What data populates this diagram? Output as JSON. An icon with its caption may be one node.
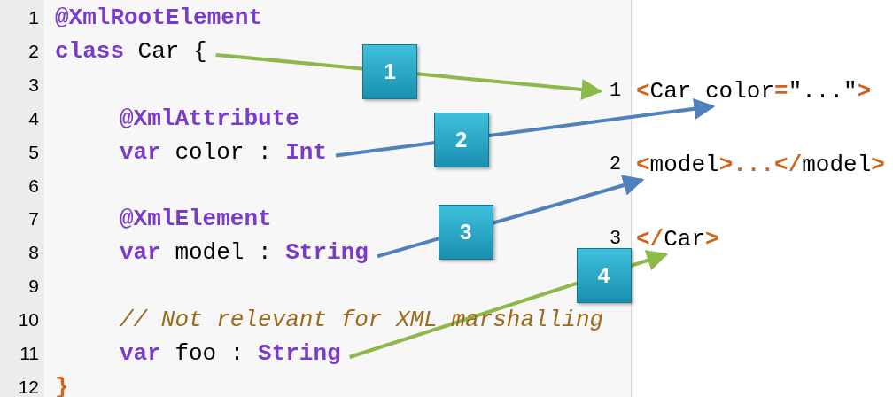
{
  "diagram": {
    "nodes": [
      {
        "text": [
          "**class** Car {"
        ]
      },
      {
        "text": [
          "**var** color : **Int**"
        ]
      },
      {
        "text": [
          "**var** model : **String**"
        ]
      },
      {
        "text": [
          "**var** foo : **String**"
        ]
      },
      {
        "text": [
          "**<**Car color**=**\"...\"**>**"
        ]
      },
      {
        "text": [
          "**<**model**>...</**model**>**"
        ]
      },
      {
        "text": [
          "**</**Car**>**"
        ]
      }
    ],
    "edges": [
      {
        "from": 0,
        "to": 4,
        "arrow": "to",
        "label": "1",
        "color": "#8db84a"
      },
      {
        "from": 1,
        "to": 4,
        "arrow": "to",
        "label": "2",
        "color": "#4f81bd"
      },
      {
        "from": 2,
        "to": 5,
        "arrow": "to",
        "label": "3",
        "color": "#4f81bd"
      },
      {
        "from": 3,
        "to": 6,
        "arrow": "to",
        "label": "4",
        "color": "#8db84a"
      }
    ],
    "labels": [
      "1",
      "@XmlRootElement",
      "2",
      "3",
      "4",
      "@XmlAttribute",
      "5",
      "6",
      "7",
      "@XmlElement",
      "8",
      "9",
      "10",
      "// Not relevant for XML marshalling",
      "11",
      "12",
      "}",
      "1",
      "2",
      "3"
    ]
  }
}
